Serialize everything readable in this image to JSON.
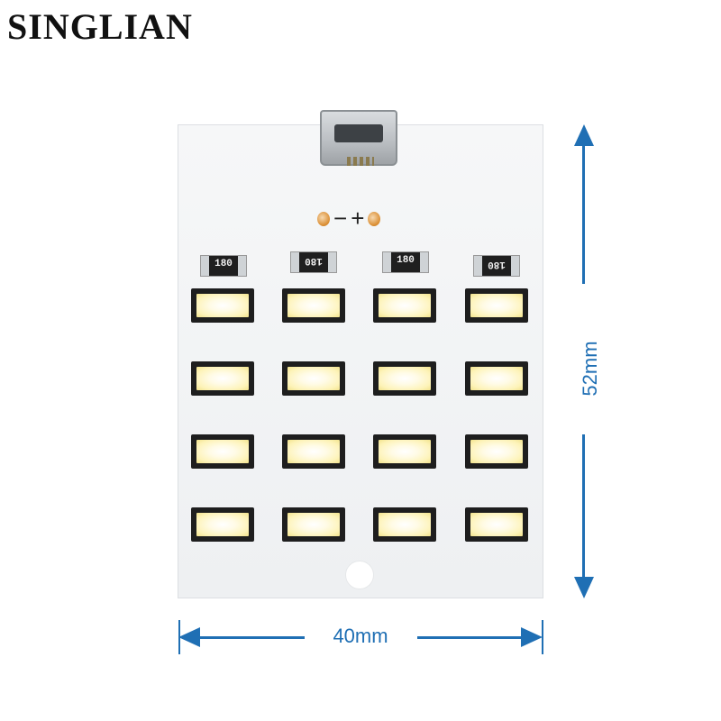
{
  "brand": "SINGLIAN",
  "board": {
    "polarity_minus": "−",
    "polarity_plus": "+",
    "resistors": [
      "180",
      "180",
      "180",
      "180"
    ],
    "led_rows": 4,
    "led_cols": 4
  },
  "dimensions": {
    "height_label": "52mm",
    "width_label": "40mm"
  },
  "colors": {
    "dimension": "#1f6fb4",
    "board": "#f2f4f6",
    "led_glow": "#fdf3b8"
  }
}
